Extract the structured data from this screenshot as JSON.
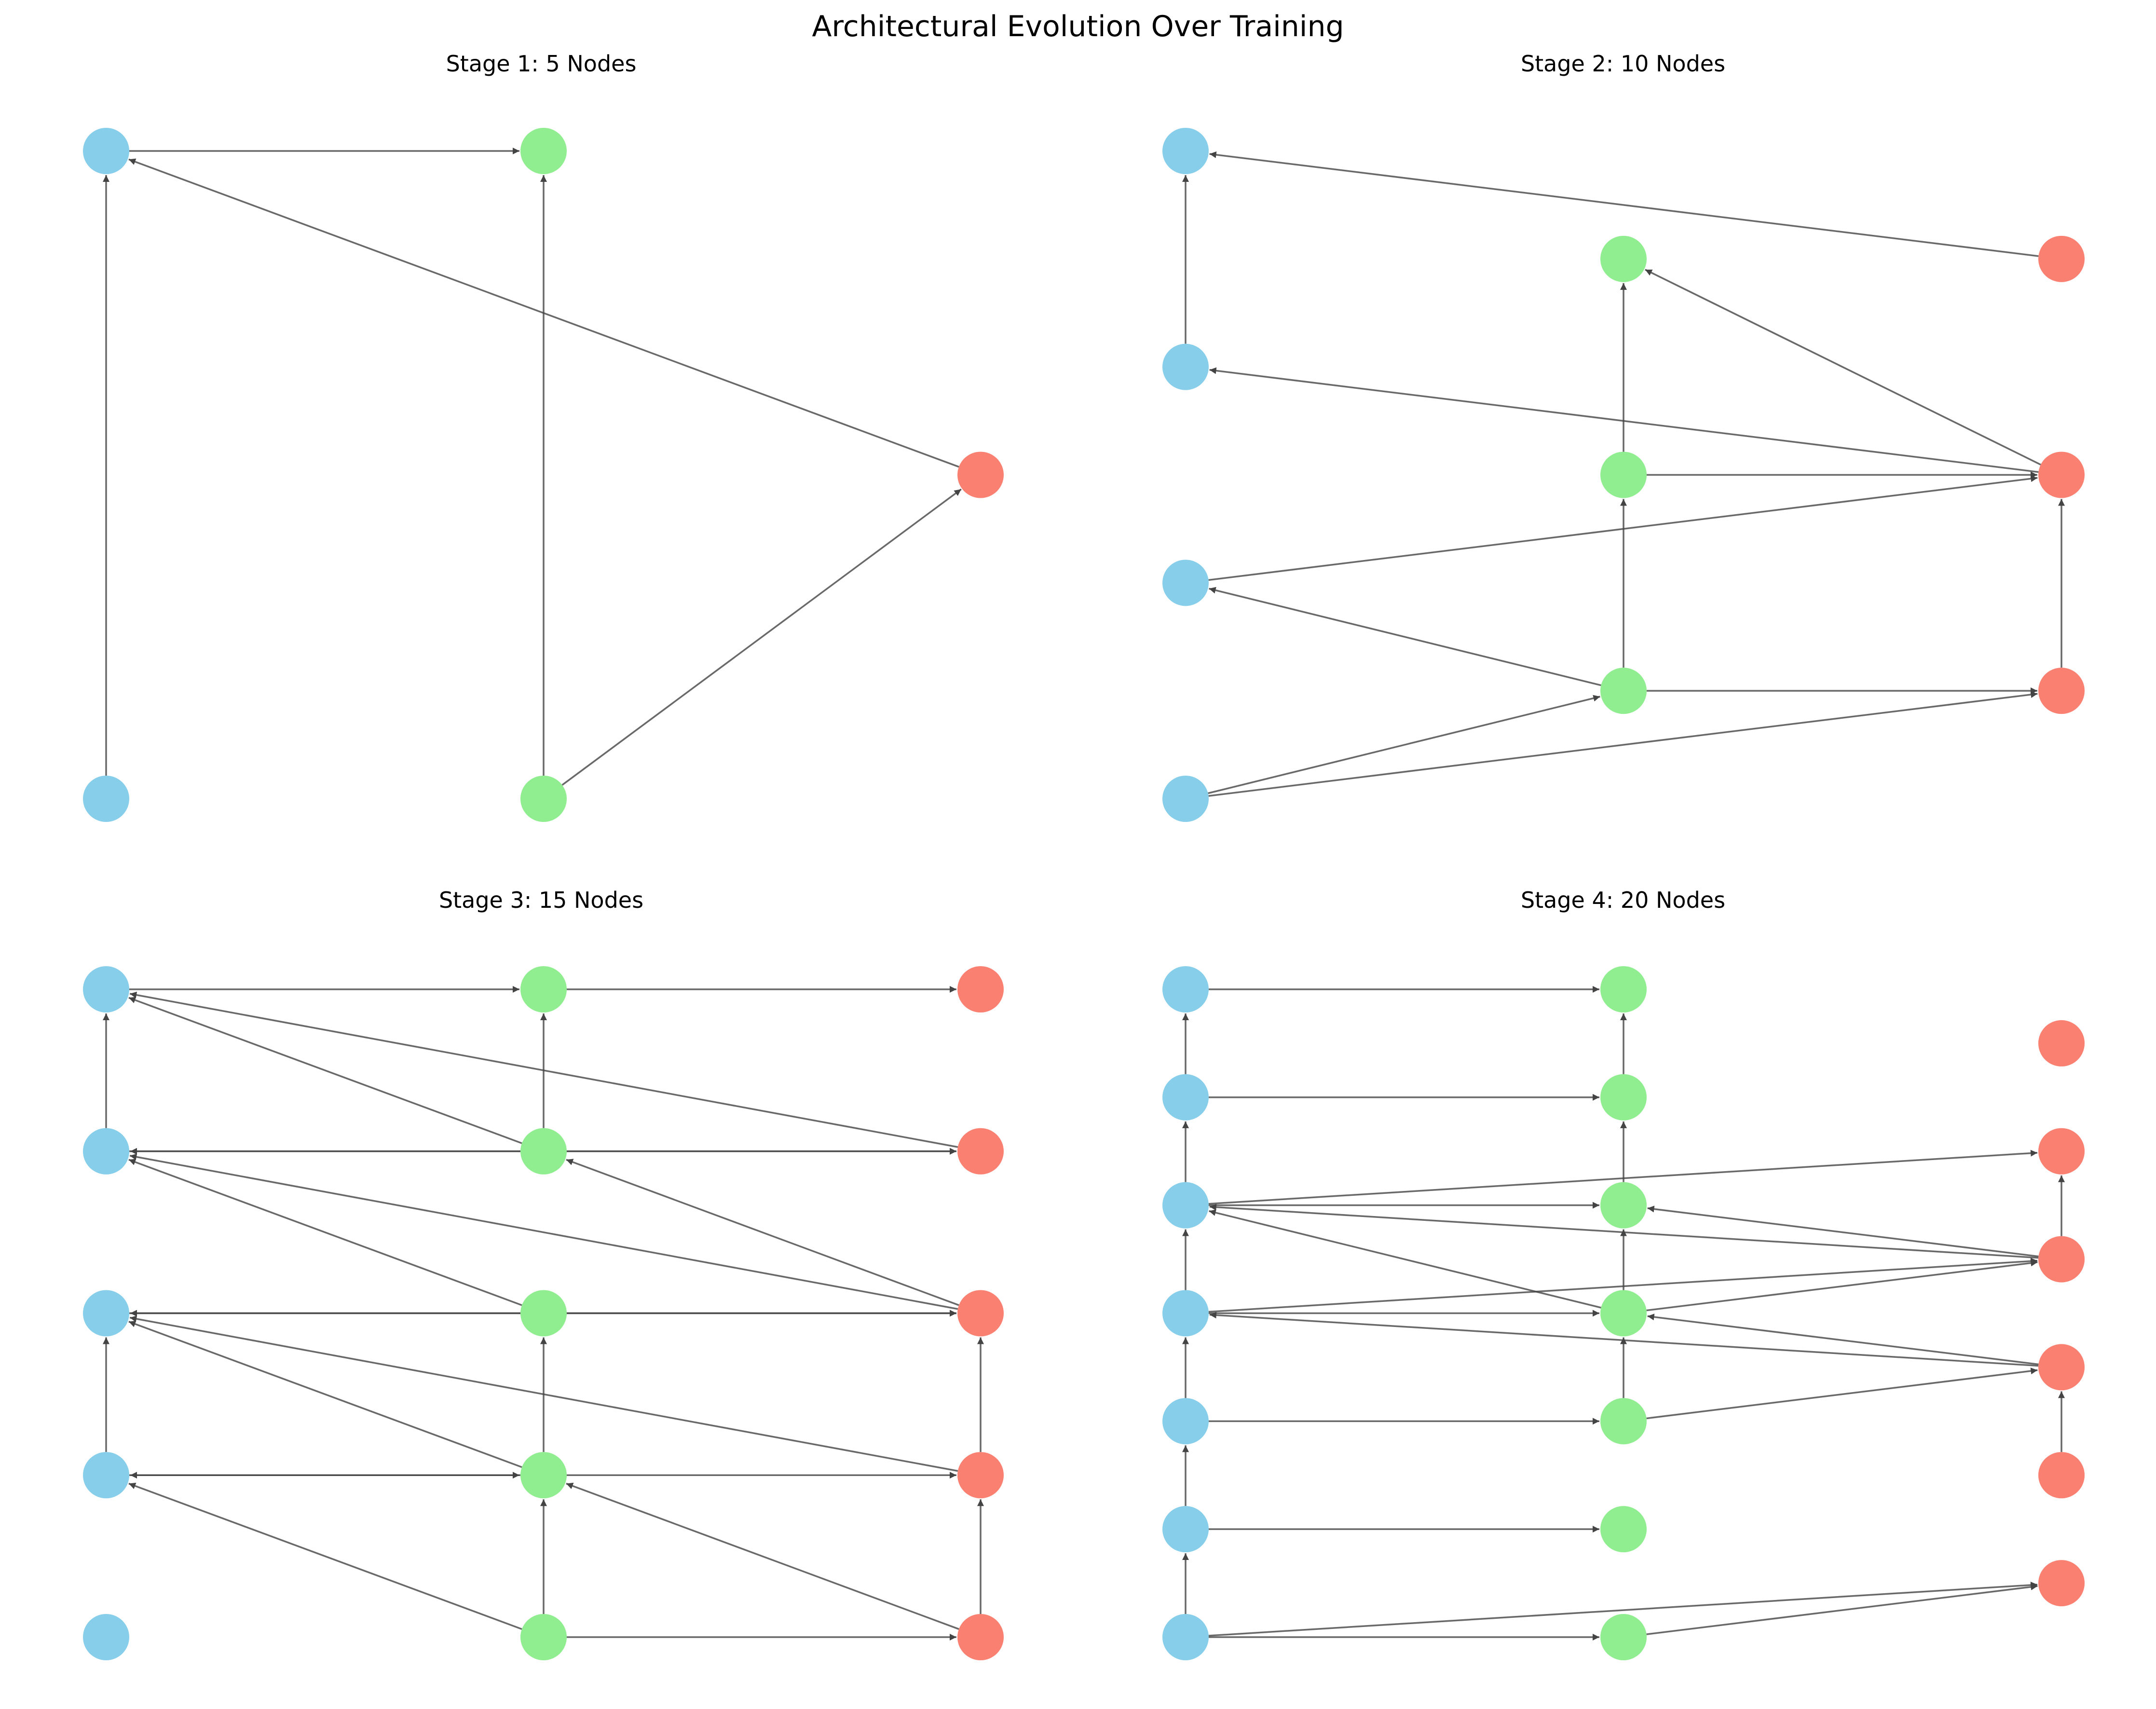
{
  "figure": {
    "title": "Architectural Evolution Over Training"
  },
  "colors": {
    "input": "#87CEEB",
    "hidden": "#90EE90",
    "output": "#FA8072",
    "edge": "#444444"
  },
  "panels": [
    {
      "title": "Stage 1: 5 Nodes",
      "nodes": [
        {
          "id": "a",
          "layer": "input"
        },
        {
          "id": "b",
          "layer": "input"
        },
        {
          "id": "c",
          "layer": "hidden"
        },
        {
          "id": "d",
          "layer": "hidden"
        },
        {
          "id": "e",
          "layer": "output"
        }
      ],
      "edges": [
        [
          "b",
          "a"
        ],
        [
          "a",
          "c"
        ],
        [
          "d",
          "c"
        ],
        [
          "d",
          "e"
        ],
        [
          "e",
          "a"
        ]
      ]
    },
    {
      "title": "Stage 2: 10 Nodes",
      "nodes": [
        {
          "id": "i0",
          "layer": "input"
        },
        {
          "id": "i1",
          "layer": "input"
        },
        {
          "id": "i2",
          "layer": "input"
        },
        {
          "id": "i3",
          "layer": "input"
        },
        {
          "id": "h0",
          "layer": "hidden"
        },
        {
          "id": "h1",
          "layer": "hidden"
        },
        {
          "id": "h2",
          "layer": "hidden"
        },
        {
          "id": "o0",
          "layer": "output"
        },
        {
          "id": "o1",
          "layer": "output"
        },
        {
          "id": "o2",
          "layer": "output"
        }
      ],
      "edges": [
        [
          "i1",
          "i0"
        ],
        [
          "o0",
          "i0"
        ],
        [
          "o1",
          "h0"
        ],
        [
          "h1",
          "h0"
        ],
        [
          "o1",
          "i1"
        ],
        [
          "h1",
          "o1"
        ],
        [
          "i2",
          "o1"
        ],
        [
          "h2",
          "h1"
        ],
        [
          "o2",
          "o1"
        ],
        [
          "h2",
          "i2"
        ],
        [
          "h2",
          "o2"
        ],
        [
          "i3",
          "h2"
        ],
        [
          "i3",
          "o2"
        ]
      ]
    },
    {
      "title": "Stage 3: 15 Nodes",
      "nodes": [
        {
          "id": "i0",
          "layer": "input"
        },
        {
          "id": "i1",
          "layer": "input"
        },
        {
          "id": "i2",
          "layer": "input"
        },
        {
          "id": "i3",
          "layer": "input"
        },
        {
          "id": "i4",
          "layer": "input"
        },
        {
          "id": "h0",
          "layer": "hidden"
        },
        {
          "id": "h1",
          "layer": "hidden"
        },
        {
          "id": "h2",
          "layer": "hidden"
        },
        {
          "id": "h3",
          "layer": "hidden"
        },
        {
          "id": "h4",
          "layer": "hidden"
        },
        {
          "id": "o0",
          "layer": "output"
        },
        {
          "id": "o1",
          "layer": "output"
        },
        {
          "id": "o2",
          "layer": "output"
        },
        {
          "id": "o3",
          "layer": "output"
        },
        {
          "id": "o4",
          "layer": "output"
        }
      ],
      "edges": [
        [
          "i0",
          "h0"
        ],
        [
          "h0",
          "o0"
        ],
        [
          "i1",
          "i0"
        ],
        [
          "h1",
          "i0"
        ],
        [
          "o1",
          "i0"
        ],
        [
          "h1",
          "h0"
        ],
        [
          "h1",
          "i1"
        ],
        [
          "h1",
          "o1"
        ],
        [
          "i1",
          "o1"
        ],
        [
          "h2",
          "i1"
        ],
        [
          "o2",
          "i1"
        ],
        [
          "o2",
          "h1"
        ],
        [
          "h2",
          "i2"
        ],
        [
          "h2",
          "o2"
        ],
        [
          "i2",
          "o2"
        ],
        [
          "i3",
          "i2"
        ],
        [
          "h3",
          "i2"
        ],
        [
          "o3",
          "i2"
        ],
        [
          "h3",
          "h2"
        ],
        [
          "i3",
          "h3"
        ],
        [
          "h3",
          "i3"
        ],
        [
          "h3",
          "o3"
        ],
        [
          "o3",
          "o2"
        ],
        [
          "h4",
          "i3"
        ],
        [
          "h4",
          "h3"
        ],
        [
          "o4",
          "h3"
        ],
        [
          "h4",
          "o4"
        ],
        [
          "o4",
          "o3"
        ]
      ]
    },
    {
      "title": "Stage 4: 20 Nodes",
      "nodes": [
        {
          "id": "i0",
          "layer": "input"
        },
        {
          "id": "i1",
          "layer": "input"
        },
        {
          "id": "i2",
          "layer": "input"
        },
        {
          "id": "i3",
          "layer": "input"
        },
        {
          "id": "i4",
          "layer": "input"
        },
        {
          "id": "i5",
          "layer": "input"
        },
        {
          "id": "i6",
          "layer": "input"
        },
        {
          "id": "h0",
          "layer": "hidden"
        },
        {
          "id": "h1",
          "layer": "hidden"
        },
        {
          "id": "h2",
          "layer": "hidden"
        },
        {
          "id": "h3",
          "layer": "hidden"
        },
        {
          "id": "h4",
          "layer": "hidden"
        },
        {
          "id": "h5",
          "layer": "hidden"
        },
        {
          "id": "h6",
          "layer": "hidden"
        },
        {
          "id": "o0",
          "layer": "output"
        },
        {
          "id": "o1",
          "layer": "output"
        },
        {
          "id": "o2",
          "layer": "output"
        },
        {
          "id": "o3",
          "layer": "output"
        },
        {
          "id": "o4",
          "layer": "output"
        },
        {
          "id": "o5",
          "layer": "output"
        }
      ],
      "edges": [
        [
          "i0",
          "h0"
        ],
        [
          "i1",
          "i0"
        ],
        [
          "h1",
          "h0"
        ],
        [
          "i1",
          "h1"
        ],
        [
          "i2",
          "i1"
        ],
        [
          "h2",
          "h1"
        ],
        [
          "i2",
          "h2"
        ],
        [
          "i2",
          "o1"
        ],
        [
          "o2",
          "h2"
        ],
        [
          "o2",
          "i2"
        ],
        [
          "h3",
          "h2"
        ],
        [
          "h3",
          "i2"
        ],
        [
          "o2",
          "o1"
        ],
        [
          "i3",
          "i2"
        ],
        [
          "i3",
          "h3"
        ],
        [
          "h3",
          "o2"
        ],
        [
          "o3",
          "h3"
        ],
        [
          "o3",
          "i3"
        ],
        [
          "i3",
          "o2"
        ],
        [
          "h4",
          "h3"
        ],
        [
          "h4",
          "o3"
        ],
        [
          "o4",
          "o3"
        ],
        [
          "i4",
          "i3"
        ],
        [
          "i4",
          "h4"
        ],
        [
          "i5",
          "i4"
        ],
        [
          "i5",
          "h5"
        ],
        [
          "i6",
          "i5"
        ],
        [
          "i6",
          "h6"
        ],
        [
          "i6",
          "o5"
        ],
        [
          "h6",
          "o5"
        ]
      ]
    }
  ]
}
